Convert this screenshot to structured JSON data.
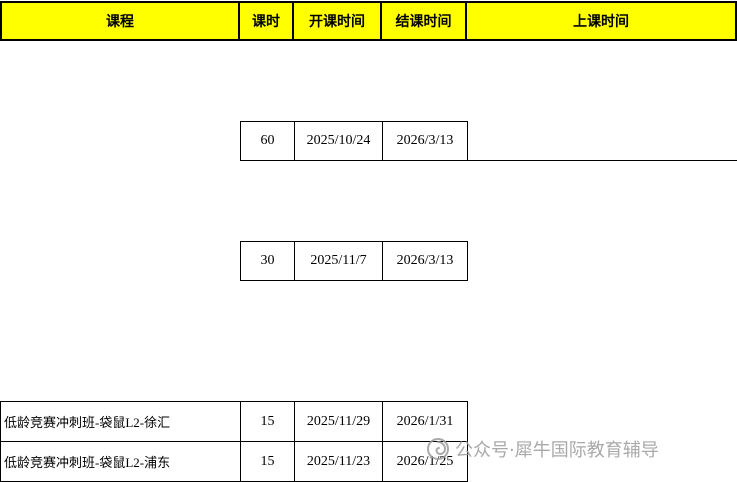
{
  "header": {
    "columns": [
      "课程",
      "课时",
      "开课时间",
      "结课时间",
      "上课时间"
    ]
  },
  "rows": [
    {
      "course": "",
      "hours": "60",
      "start": "2025/10/24",
      "end": "2026/3/13"
    },
    {
      "course": "",
      "hours": "30",
      "start": "2025/11/7",
      "end": "2026/3/13"
    },
    {
      "course": "低龄竞赛冲刺班-袋鼠L2-徐汇",
      "hours": "15",
      "start": "2025/11/29",
      "end": "2026/1/31"
    },
    {
      "course": "低龄竞赛冲刺班-袋鼠L2-浦东",
      "hours": "15",
      "start": "2025/11/23",
      "end": "2026/1/25"
    }
  ],
  "watermark": {
    "text": "公众号·犀牛国际教育辅导"
  },
  "colors": {
    "header_bg": "#FFFF00",
    "border": "#000000",
    "watermark": "#9B9B9B"
  }
}
